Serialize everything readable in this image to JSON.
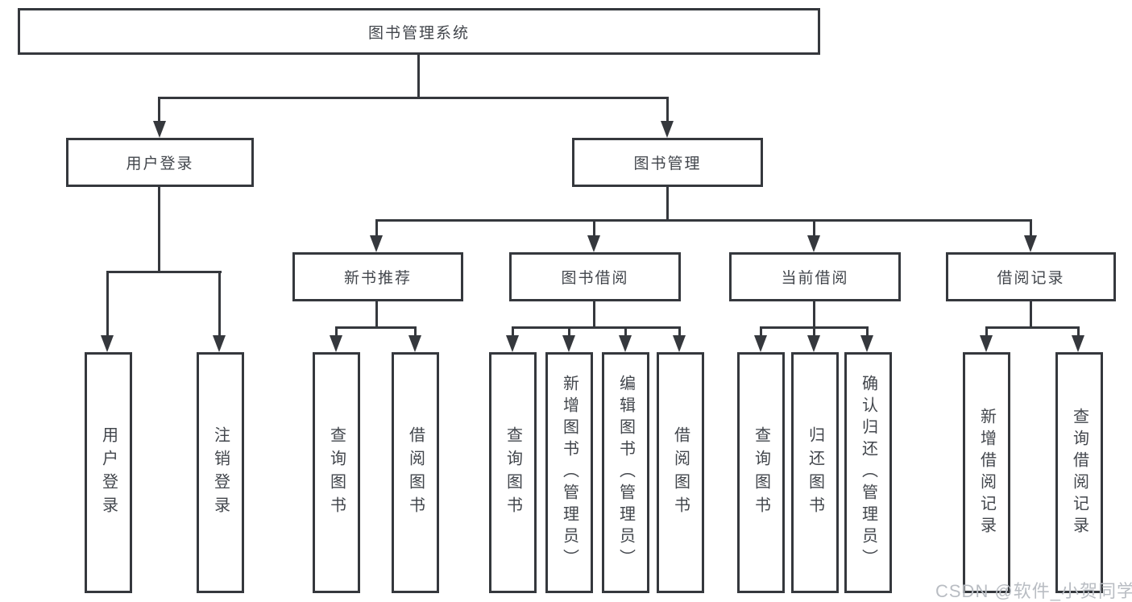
{
  "tree": {
    "root": {
      "label": "图书管理系统",
      "children": [
        {
          "label": "用户登录",
          "children": [
            {
              "label": "用户登录"
            },
            {
              "label": "注销登录"
            }
          ]
        },
        {
          "label": "图书管理",
          "children": [
            {
              "label": "新书推荐",
              "children": [
                {
                  "label": "查询图书"
                },
                {
                  "label": "借阅图书"
                }
              ]
            },
            {
              "label": "图书借阅",
              "children": [
                {
                  "label": "查询图书"
                },
                {
                  "label": "新增图书（管理员）"
                },
                {
                  "label": "编辑图书（管理员）"
                },
                {
                  "label": "借阅图书"
                }
              ]
            },
            {
              "label": "当前借阅",
              "children": [
                {
                  "label": "查询图书"
                },
                {
                  "label": "归还图书"
                },
                {
                  "label": "确认归还（管理员）"
                }
              ]
            },
            {
              "label": "借阅记录",
              "children": [
                {
                  "label": "新增借阅记录"
                },
                {
                  "label": "查询借阅记录"
                }
              ]
            }
          ]
        }
      ]
    }
  },
  "colors": {
    "line": "#35383d",
    "text": "#42464c",
    "watermark": "#b9bdc3",
    "background": "#ffffff"
  },
  "watermark": {
    "text": "CSDN @软件_小贺同学"
  }
}
